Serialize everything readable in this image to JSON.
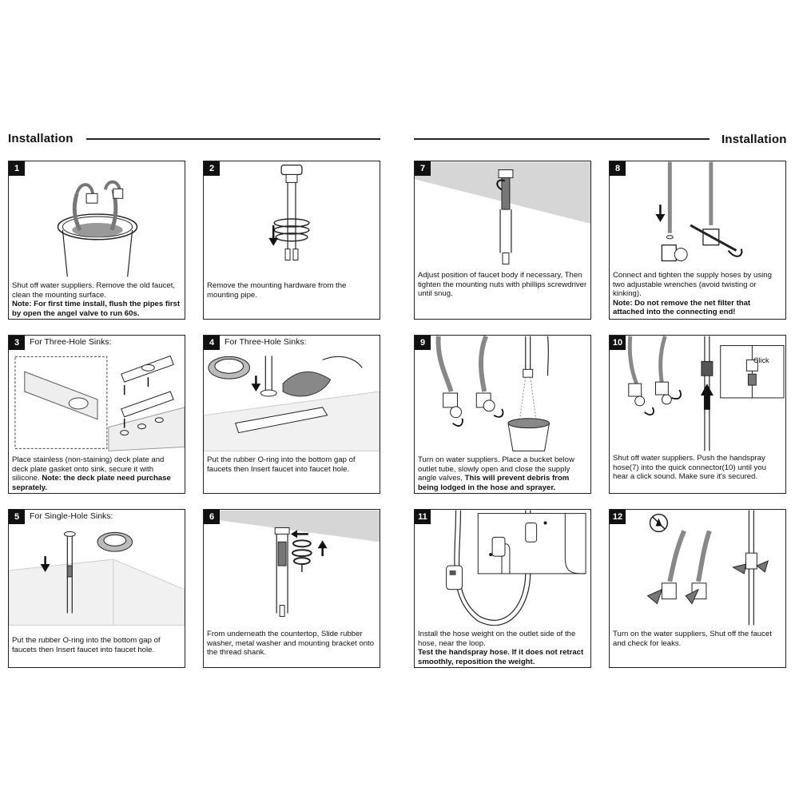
{
  "header": {
    "left_title": "Installation",
    "right_title": "Installation"
  },
  "steps": [
    {
      "number": "1",
      "subtitle": "",
      "text": "Shut off water suppliers. Remove the old faucet, clean the mounting surface.",
      "bold_text": "Note: For first time install, flush the pipes first by open the angel valve to run 60s."
    },
    {
      "number": "2",
      "subtitle": "",
      "text": "Remove the mounting hardware from the mounting pipe.",
      "bold_text": ""
    },
    {
      "number": "3",
      "subtitle": "For Three-Hole Sinks:",
      "text": "Place stainless (non-staining) deck plate and deck plate gasket onto sink, secure it with silicone.",
      "bold_text": "Note: the deck plate need purchase seprately."
    },
    {
      "number": "4",
      "subtitle": "For Three-Hole Sinks:",
      "text": "Put the rubber O-ring into the bottom gap of faucets then Insert faucet into faucet hole.",
      "bold_text": ""
    },
    {
      "number": "5",
      "subtitle": "For Single-Hole Sinks:",
      "text": "Put the rubber O-ring into the bottom gap of faucets then Insert faucet into faucet hole.",
      "bold_text": ""
    },
    {
      "number": "6",
      "subtitle": "",
      "text": "From underneath the countertop, Slide rubber washer, metal washer and mounting bracket onto the thread shank.",
      "bold_text": ""
    },
    {
      "number": "7",
      "subtitle": "",
      "text": "Adjust position of faucet body if necessary, Then tighten the mounting nuts with phillips screwdriver until snug.",
      "bold_text": ""
    },
    {
      "number": "8",
      "subtitle": "",
      "text": "Connect and tighten the supply hoses by using two adjustable wrenches (avoid twisting or kinking).",
      "bold_text": "Note: Do not remove the net filter that attached into the connecting end!"
    },
    {
      "number": "9",
      "subtitle": "",
      "text": "Turn on water suppliers. Place a bucket below outlet tube, slowly open and close the supply angle valves,",
      "bold_text": "This will prevent debris from being lodged in the hose and sprayer."
    },
    {
      "number": "10",
      "subtitle": "",
      "text": "Shut off water suppliers. Push the handspray hose(7) into the quick connector(10) until you hear a click sound. Make sure it's secured.",
      "bold_text": "",
      "callout": "Click"
    },
    {
      "number": "11",
      "subtitle": "",
      "text": "Install the hose weight on the outlet side of the hose, near the loop.",
      "bold_text": "Test the handspray hose. If it does not retract smoothly, reposition the weight."
    },
    {
      "number": "12",
      "subtitle": "",
      "text": "Turn on the water suppliers, Shut off the faucet and check for leaks.",
      "bold_text": ""
    }
  ]
}
